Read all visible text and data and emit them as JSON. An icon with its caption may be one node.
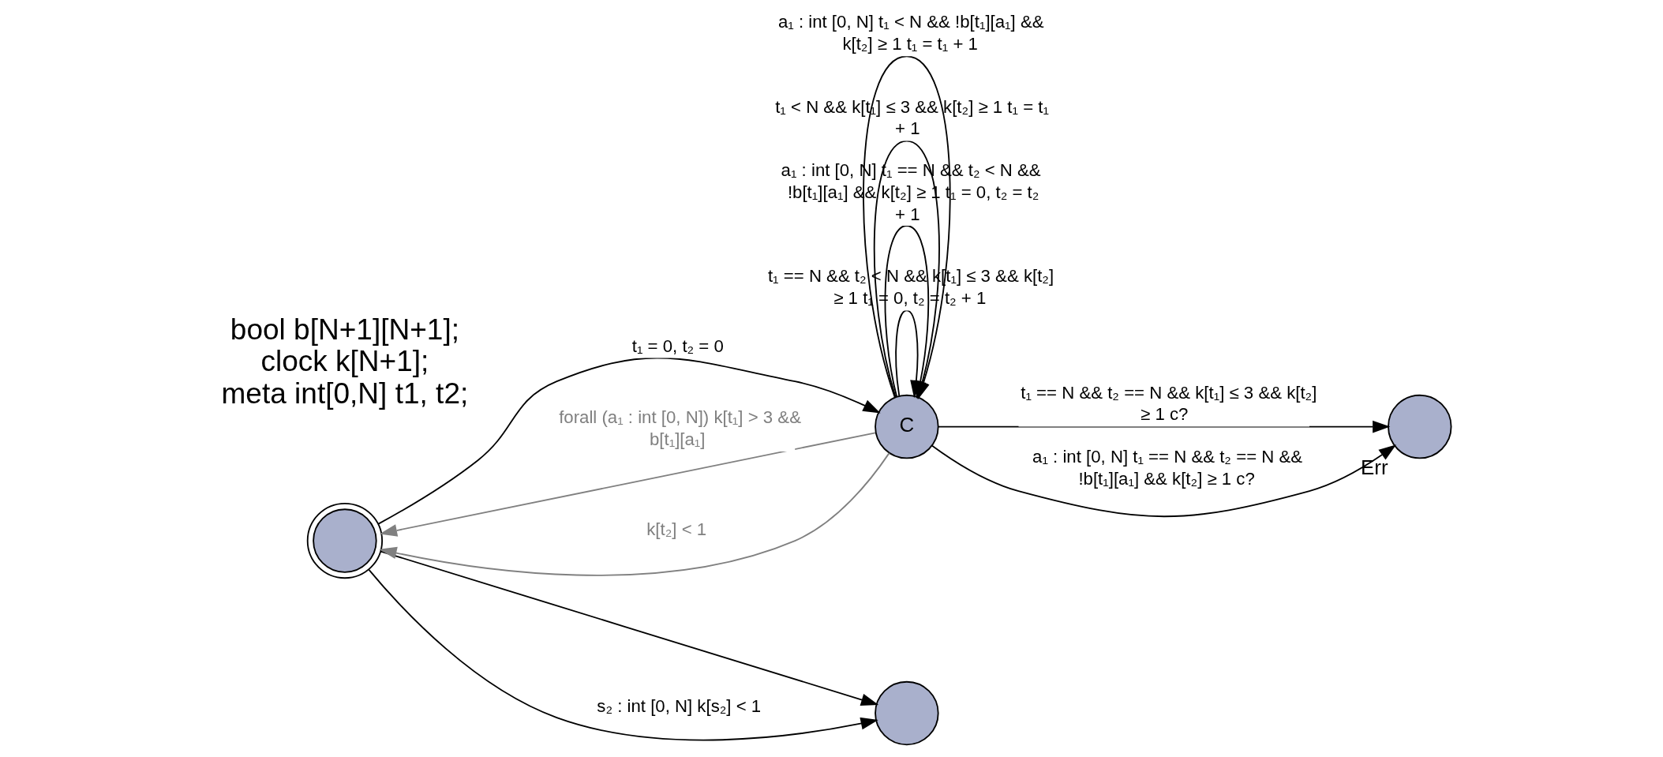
{
  "diagram": {
    "nodes": [
      {
        "text": [],
        "shape": "circle"
      },
      {
        "text": [
          "C"
        ]
      },
      {
        "text": [
          "Err"
        ]
      },
      {
        "text": [],
        "shape": "circle"
      }
    ],
    "edges": [
      {
        "from": 0,
        "to": 1,
        "arrow": "to",
        "label": "t₁ = 0, t₂ = 0"
      },
      {
        "from": 1,
        "to": 0,
        "arrow": "to",
        "label": "forall (a₁ : int [0, N]) k[t₁] > 3 && b[t₁][a₁]",
        "color": "#808080"
      },
      {
        "from": 1,
        "to": 0,
        "arrow": "to",
        "label": "k[t₂] < 1",
        "color": "#808080"
      },
      {
        "from": 1,
        "to": 1,
        "arrow": "to",
        "label": "t₁ == N && t₂ < N && k[t₁] ≤ 3 && k[t₂] ≥ 1 t₁ = 0, t₂ = t₂ + 1"
      },
      {
        "from": 1,
        "to": 1,
        "arrow": "to",
        "label": "a₁ : int [0, N] t₁ == N && t₂ < N && !b[t₁][a₁] && k[t₂] ≥ 1 t₁ = 0, t₂ = t₂ + 1"
      },
      {
        "from": 1,
        "to": 1,
        "arrow": "to",
        "label": "t₁ < N && k[t₁] ≤ 3 && k[t₂] ≥ 1 t₁ = t₁ + 1"
      },
      {
        "from": 1,
        "to": 1,
        "arrow": "to",
        "label": "a₁ : int [0, N] t₁ < N && !b[t₁][a₁] && k[t₂] ≥ 1 t₁ = t₁ + 1"
      },
      {
        "from": 1,
        "to": 2,
        "arrow": "to",
        "label": "t₁ == N && t₂ == N && k[t₁] ≤ 3 && k[t₂] ≥ 1 c?"
      },
      {
        "from": 1,
        "to": 2,
        "arrow": "to",
        "label": "a₁ : int [0, N] t₁ == N && t₂ == N && !b[t₁][a₁] && k[t₂] ≥ 1 c?"
      },
      {
        "from": 0,
        "to": 3,
        "arrow": "to"
      },
      {
        "from": 0,
        "to": 3,
        "arrow": "to",
        "label": "s₂ : int [0, N] k[s₂] < 1"
      }
    ],
    "labels": [
      "bool b[N+1][N+1];",
      "clock k[N+1];",
      "meta int[0,N] t1, t2;"
    ]
  }
}
